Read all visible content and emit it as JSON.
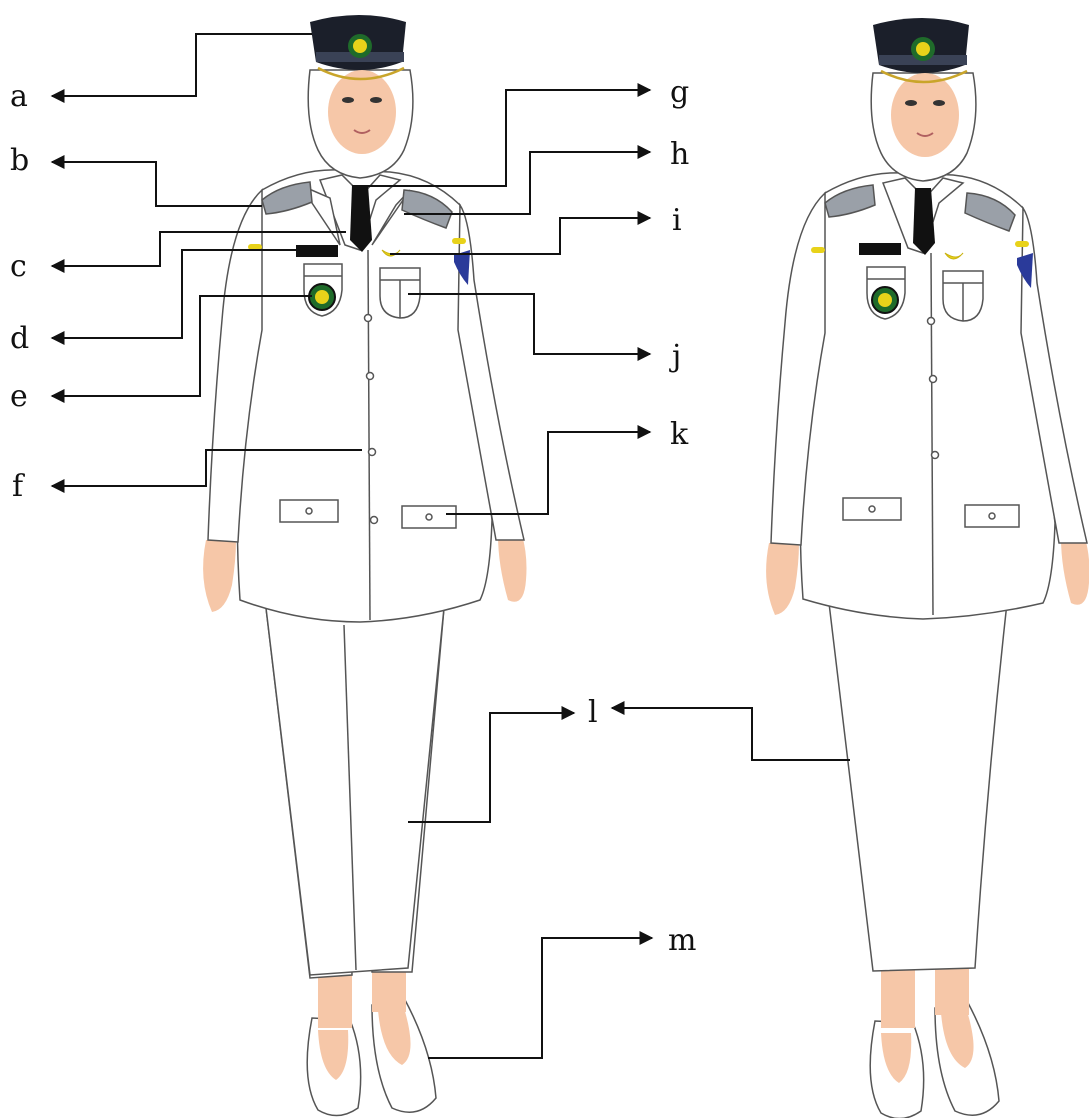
{
  "labels": {
    "a": "a",
    "b": "b",
    "c": "c",
    "d": "d",
    "e": "e",
    "f": "f",
    "g": "g",
    "h": "h",
    "i": "i",
    "j": "j",
    "k": "k",
    "l": "l",
    "m": "m"
  },
  "colors": {
    "cap": "#1b1f2a",
    "cap_band": "#3a4256",
    "uniform": "#ffffff",
    "outline": "#555555",
    "tie": "#111111",
    "skin": "#f6c7a8",
    "badge_gold": "#e8d21a",
    "badge_green": "#1f6b2a",
    "patch_blue": "#2a3a9a",
    "epaulette": "#9aa0a8",
    "name_tag": "#111111"
  },
  "icons": [
    "cap-icon",
    "emblem-icon",
    "tie-icon",
    "epaulette-icon",
    "shoulder-patch-icon",
    "shoe-icon"
  ]
}
